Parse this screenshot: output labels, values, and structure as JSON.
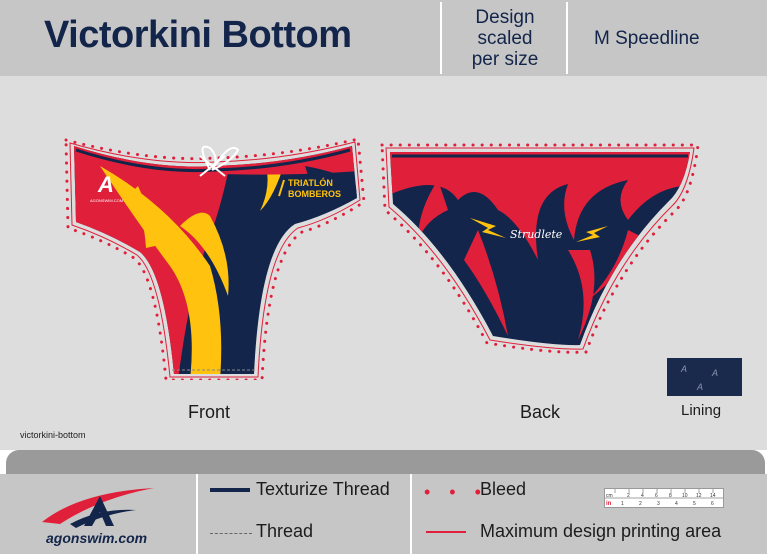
{
  "header": {
    "title": "Victorkini Bottom",
    "design_scaled": [
      "Design",
      "scaled",
      "per size"
    ],
    "size_code": "M",
    "size_line": "Speedline"
  },
  "garment": {
    "front_text": [
      "TRIATLÓN",
      "BOMBEROS"
    ],
    "back_text": "Strudlete",
    "brand_mark": "AGONSWIM.COM"
  },
  "labels": {
    "front": "Front",
    "back": "Back",
    "lining": "Lining",
    "file_name": "victorkini-bottom"
  },
  "legend": {
    "texturize": "Texturize Thread",
    "thread": "Thread",
    "bleed": "Bleed",
    "bleed_dots": "• • •",
    "max_area": "Maximum design printing area"
  },
  "ruler": {
    "unit_cm": "cm",
    "unit_in": "in",
    "cm_ticks": [
      "2",
      "4",
      "6",
      "8",
      "10",
      "12",
      "14"
    ],
    "in_ticks": [
      "1",
      "2",
      "3",
      "4",
      "5",
      "6"
    ]
  },
  "logo": {
    "text": "agonswim.com"
  },
  "colors": {
    "navy": "#13254a",
    "red": "#e0203a",
    "yellow": "#ffc20e"
  }
}
